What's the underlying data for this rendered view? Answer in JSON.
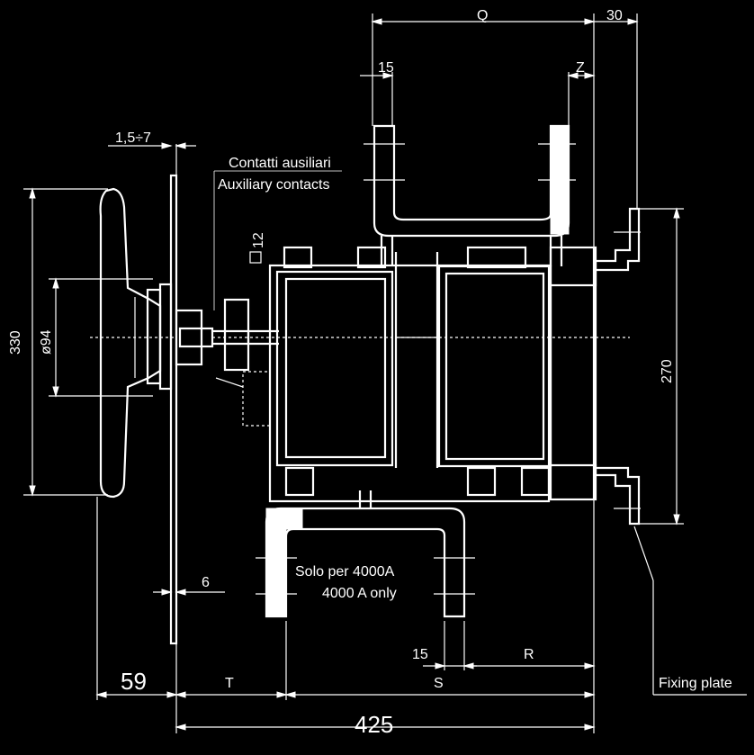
{
  "labels": {
    "auxiliary_it": "Contatti ausiliari",
    "auxiliary_en": "Auxiliary contacts",
    "only_it": "Solo per 4000A",
    "only_en": "4000 A only",
    "fixing_plate": "Fixing plate",
    "square": "12"
  },
  "dimensions": {
    "Q": "Q",
    "d30": "30",
    "d15_top": "15",
    "Z": "Z",
    "d1_5_7": "1,5÷7",
    "d330": "330",
    "d94": "ø94",
    "d270": "270",
    "d6": "6",
    "d15_bottom": "15",
    "R": "R",
    "S": "S",
    "T": "T",
    "d59": "59",
    "d425": "425"
  }
}
